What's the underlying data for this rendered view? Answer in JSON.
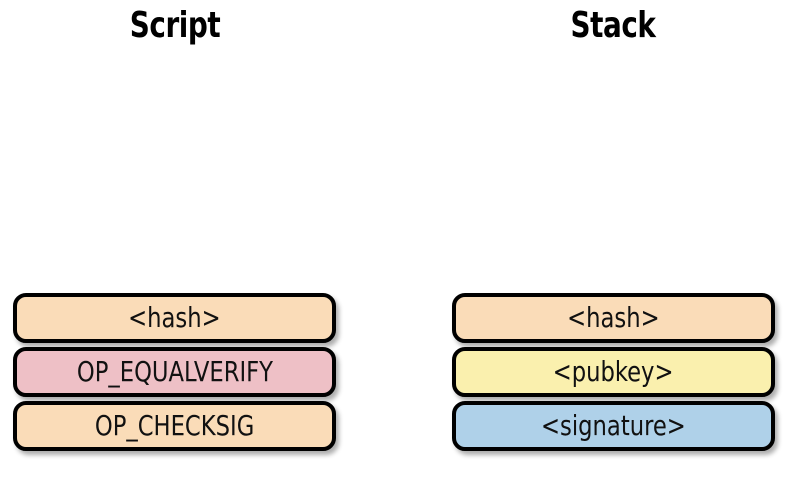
{
  "columns": [
    {
      "title": "Script",
      "rows": [
        {
          "label": "<hash>",
          "color": "#fadcb8"
        },
        {
          "label": "OP_EQUALVERIFY",
          "color": "#eec0c6"
        },
        {
          "label": "OP_CHECKSIG",
          "color": "#fadcb8"
        }
      ]
    },
    {
      "title": "Stack",
      "rows": [
        {
          "label": "<hash>",
          "color": "#fadcb8"
        },
        {
          "label": "<pubkey>",
          "color": "#faf0ae"
        },
        {
          "label": "<signature>",
          "color": "#afd1e9"
        }
      ]
    }
  ],
  "style": {
    "border_color": "#000000",
    "text_color": "#111111",
    "background": "#ffffff"
  }
}
